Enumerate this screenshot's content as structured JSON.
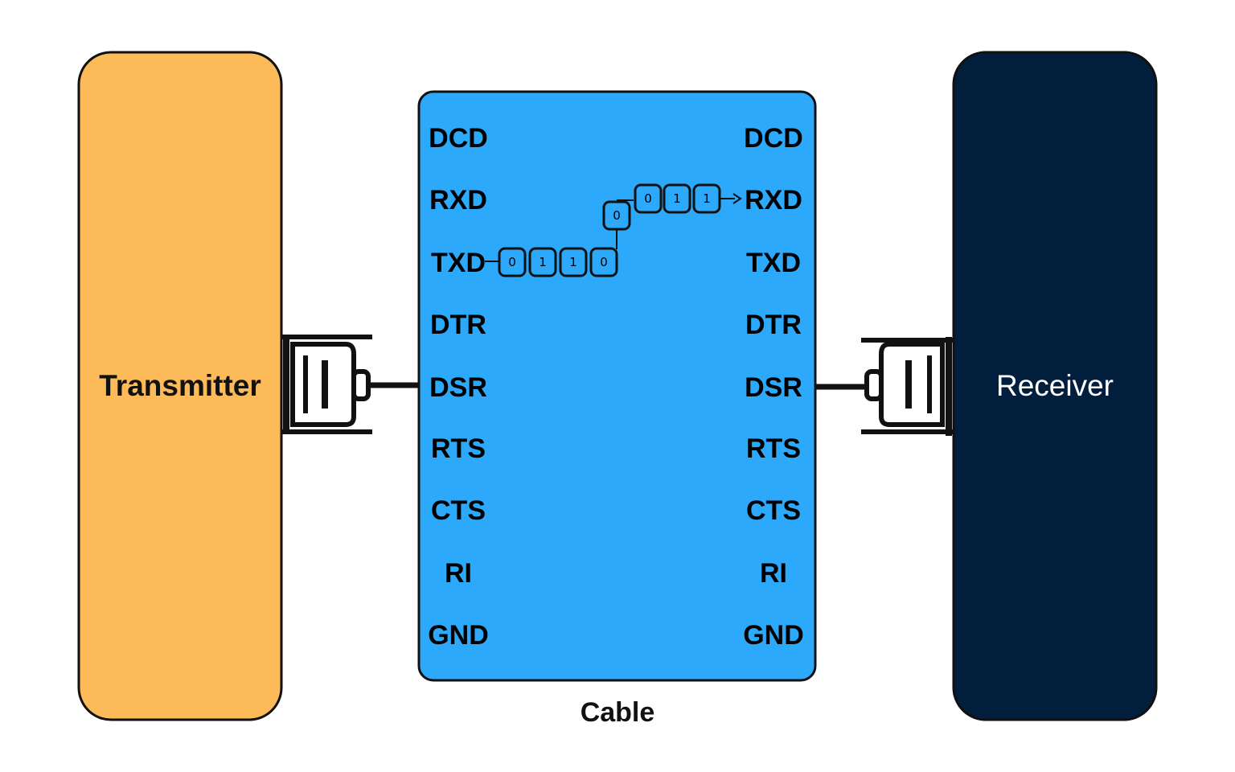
{
  "transmitter": {
    "label": "Transmitter",
    "color": "#FDBA58"
  },
  "receiver": {
    "label": "Receiver",
    "color": "#011E3C",
    "text_color": "#FFFFFF"
  },
  "cable": {
    "label": "Cable",
    "color": "#2DA9FC",
    "left_pins": [
      "DCD",
      "RXD",
      "TXD",
      "DTR",
      "DSR",
      "RTS",
      "CTS",
      "RI",
      "GND"
    ],
    "right_pins": [
      "DCD",
      "RXD",
      "TXD",
      "DTR",
      "DSR",
      "RTS",
      "CTS",
      "RI",
      "GND"
    ],
    "txd_bits": [
      "0",
      "1",
      "1",
      "0"
    ],
    "transition_bit": "0",
    "rxd_bits": [
      "0",
      "1",
      "1"
    ]
  }
}
